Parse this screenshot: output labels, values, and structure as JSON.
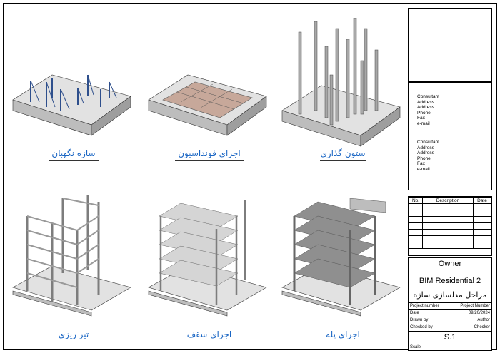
{
  "views": [
    {
      "id": "shoring",
      "caption": "سازه نگهبان"
    },
    {
      "id": "foundation",
      "caption": "اجرای فونداسیون"
    },
    {
      "id": "columns",
      "caption": "ستون گذاری"
    },
    {
      "id": "beams",
      "caption": "تیر ریزی"
    },
    {
      "id": "slab",
      "caption": "اجرای سقف"
    },
    {
      "id": "stairs",
      "caption": "اجرای پله"
    }
  ],
  "title_block": {
    "consultant_1": [
      "Consultant",
      "Address",
      "Address",
      "Phone",
      "Fax",
      "e-mail"
    ],
    "consultant_2": [
      "Consultant",
      "Address",
      "Address",
      "Phone",
      "Fax",
      "e-mail"
    ],
    "revision_headers": {
      "no": "No.",
      "description": "Description",
      "date": "Date"
    },
    "owner": "Owner",
    "project_name": "BIM Residential 2",
    "sheet_name": "مراحل مدلسازی سازه",
    "project_number_label": "Project number",
    "project_number_value": "Project Number",
    "date_label": "Date",
    "date_value": "09/20/2024",
    "drawn_by_label": "Drawn by",
    "drawn_by_value": "Author",
    "checked_by_label": "Checked by",
    "checked_by_value": "Checker",
    "sheet_number": "S.1",
    "scale_label": "Scale"
  },
  "colors": {
    "caption": "#1a66c4",
    "steel": "#2e4f8c",
    "grey": "#bdbdbd",
    "dark": "#7d7d7d",
    "foundation": "#c7a89a"
  }
}
